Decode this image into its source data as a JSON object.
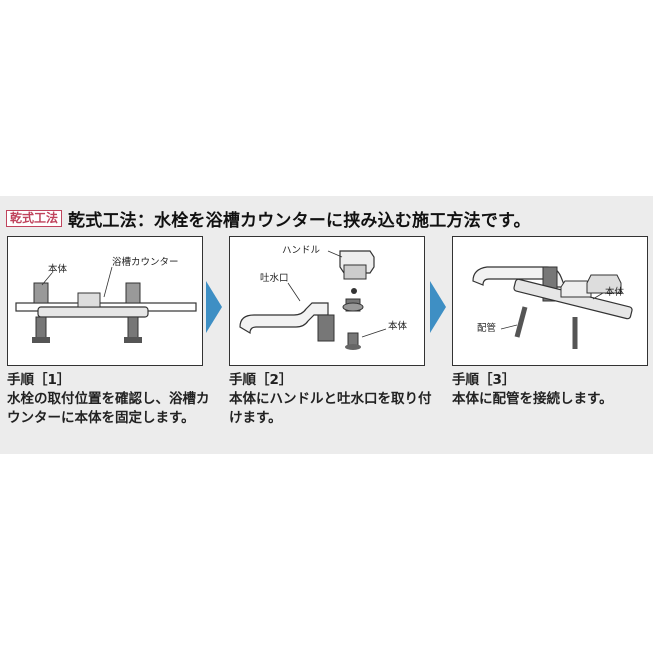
{
  "header": {
    "badge": "乾式工法",
    "title": "乾式工法：水栓を浴槽カウンターに挟み込む施工方法です。"
  },
  "steps": [
    {
      "label": "手順［1］",
      "text": "水栓の取付位置を確認し、浴槽カウンターに本体を固定します。",
      "annotations": [
        "本体",
        "浴槽カウンター"
      ]
    },
    {
      "label": "手順［2］",
      "text": "本体にハンドルと吐水口を取り付けます。",
      "annotations": [
        "ハンドル",
        "吐水口",
        "本体"
      ]
    },
    {
      "label": "手順［3］",
      "text": "本体に配管を接続します。",
      "annotations": [
        "本体",
        "配管"
      ]
    }
  ],
  "colors": {
    "accent": "#c0445d",
    "arrow": "#3e8fc4",
    "panel": "#ececec"
  }
}
